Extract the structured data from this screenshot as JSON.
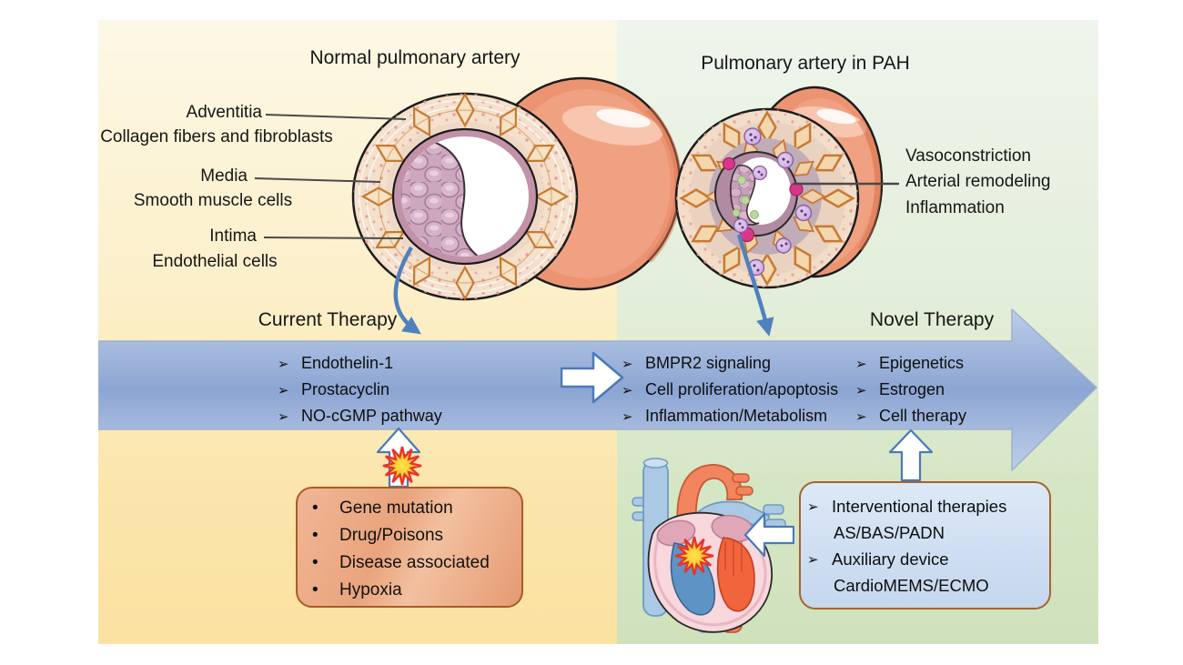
{
  "left_panel": {
    "title": "Normal pulmonary artery",
    "therapy_label": "Current Therapy",
    "labels": [
      {
        "term": "Adventitia",
        "desc": "Collagen fibers and fibroblasts"
      },
      {
        "term": "Media",
        "desc": "Smooth muscle cells"
      },
      {
        "term": "Intima",
        "desc": "Endothelial cells"
      }
    ],
    "causes_box": {
      "bullet": "•",
      "items": [
        "Gene mutation",
        "Drug/Poisons",
        "Disease associated",
        "Hypoxia"
      ]
    }
  },
  "right_panel": {
    "title": "Pulmonary artery in PAH",
    "therapy_label": "Novel Therapy",
    "labels": [
      "Vasoconstriction",
      "Arterial remodeling",
      "Inflammation"
    ],
    "interventions_box": {
      "bullet": "➢",
      "lines": [
        {
          "text": "Interventional therapies"
        },
        {
          "text": "AS/BAS/PADN"
        },
        {
          "text": "Auxiliary device"
        },
        {
          "text": "CardioMEMS/ECMO"
        }
      ]
    }
  },
  "banner": {
    "bullet": "➢",
    "current_items": [
      "Endothelin-1",
      "Prostacyclin",
      "NO-cGMP pathway"
    ],
    "novel_items_col1": [
      "BMPR2 signaling",
      "Cell proliferation/apoptosis",
      "Inflammation/Metabolism"
    ],
    "novel_items_col2": [
      "Epigenetics",
      "Estrogen",
      "Cell therapy"
    ]
  },
  "colors": {
    "panel_left_top": "#fdf8e6",
    "panel_left_bottom": "#fbe2a2",
    "panel_right_top": "#eff5ec",
    "panel_right_bottom": "#cfe2bc",
    "banner_mid": "#8ca5d3",
    "banner_edge": "#b9c9e6",
    "arrow_stroke": "#4a79b8",
    "curve_arrow": "#4f81bd",
    "box_border": "#a85c28",
    "artery_body": "#ec9472"
  }
}
